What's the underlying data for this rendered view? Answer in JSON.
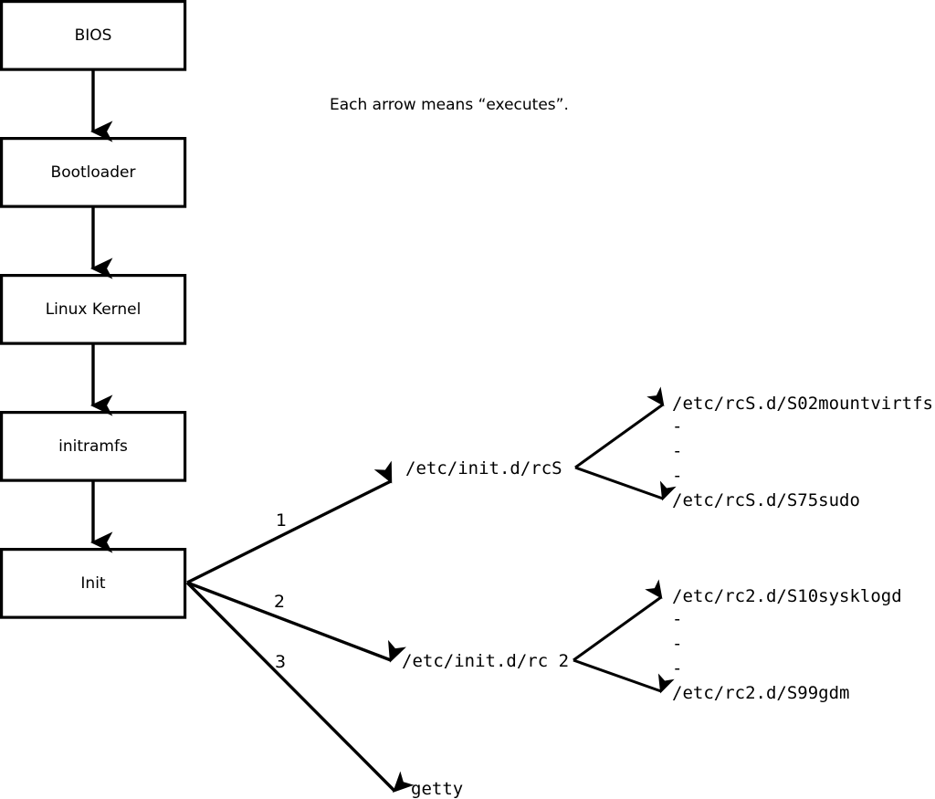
{
  "diagram": {
    "title_note": "Each arrow means “executes”.",
    "boot_chain": [
      {
        "id": "bios",
        "label": "BIOS"
      },
      {
        "id": "bootloader",
        "label": "Bootloader"
      },
      {
        "id": "kernel",
        "label": "Linux Kernel"
      },
      {
        "id": "initramfs",
        "label": "initramfs"
      },
      {
        "id": "init",
        "label": "Init"
      }
    ],
    "init_branches": [
      {
        "number": "1",
        "target": "/etc/init.d/rcS"
      },
      {
        "number": "2",
        "target": "/etc/init.d/rc 2"
      },
      {
        "number": "3",
        "target": "getty"
      }
    ],
    "rcs_scripts": {
      "first": "/etc/rcS.d/S02mountvirtfs",
      "ellipsis": [
        "-",
        "-",
        "-"
      ],
      "last": "/etc/rcS.d/S75sudo"
    },
    "rc2_scripts": {
      "first": "/etc/rc2.d/S10sysklogd",
      "ellipsis": [
        "-",
        "-",
        "-"
      ],
      "last": "/etc/rc2.d/S99gdm"
    },
    "colors": {
      "stroke": "#000000",
      "fill": "#ffffff",
      "text": "#000000"
    }
  }
}
